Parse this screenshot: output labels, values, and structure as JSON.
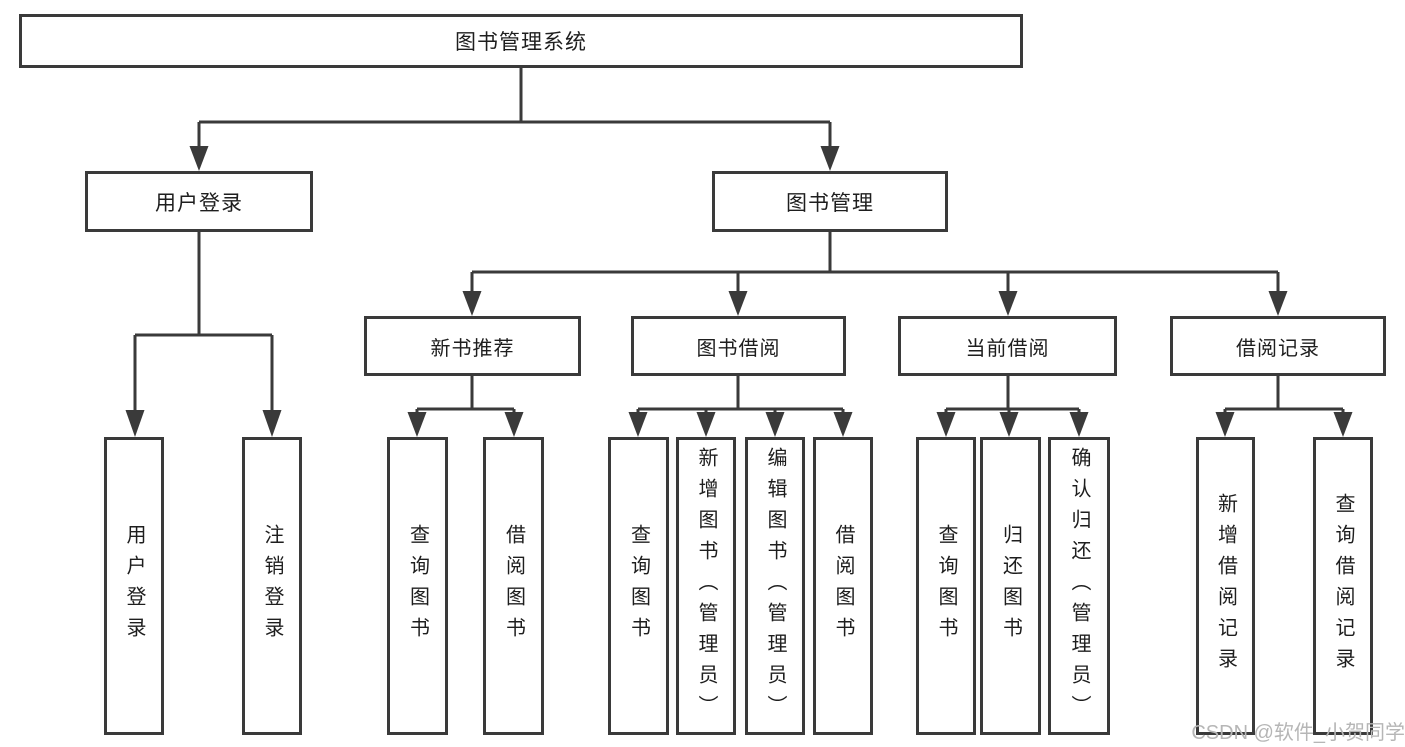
{
  "nodes": {
    "root": "图书管理系统",
    "user_login": "用户登录",
    "book_management": "图书管理",
    "new_book_recommend": "新书推荐",
    "book_borrowing": "图书借阅",
    "current_borrowing": "当前借阅",
    "borrowing_records": "借阅记录",
    "leaf_user_login": "用户登录",
    "leaf_logout_login": "注销登录",
    "leaf_query_books_recommend": "查询图书",
    "leaf_borrow_books_recommend": "借阅图书",
    "leaf_query_books_borrowing": "查询图书",
    "leaf_add_books_admin": "新增图书（管理员）",
    "leaf_edit_books_admin": "编辑图书（管理员）",
    "leaf_borrow_books_borrowing": "借阅图书",
    "leaf_query_books_current": "查询图书",
    "leaf_return_books": "归还图书",
    "leaf_confirm_return_admin": "确认归还（管理员）",
    "leaf_add_borrow_record": "新增借阅记录",
    "leaf_query_borrow_record": "查询借阅记录"
  },
  "watermark": "CSDN @软件_小贺同学",
  "colors": {
    "line": "#3a3a3a",
    "text": "#1e1e1e",
    "watermark": "#b6b6b6",
    "background": "#ffffff"
  }
}
